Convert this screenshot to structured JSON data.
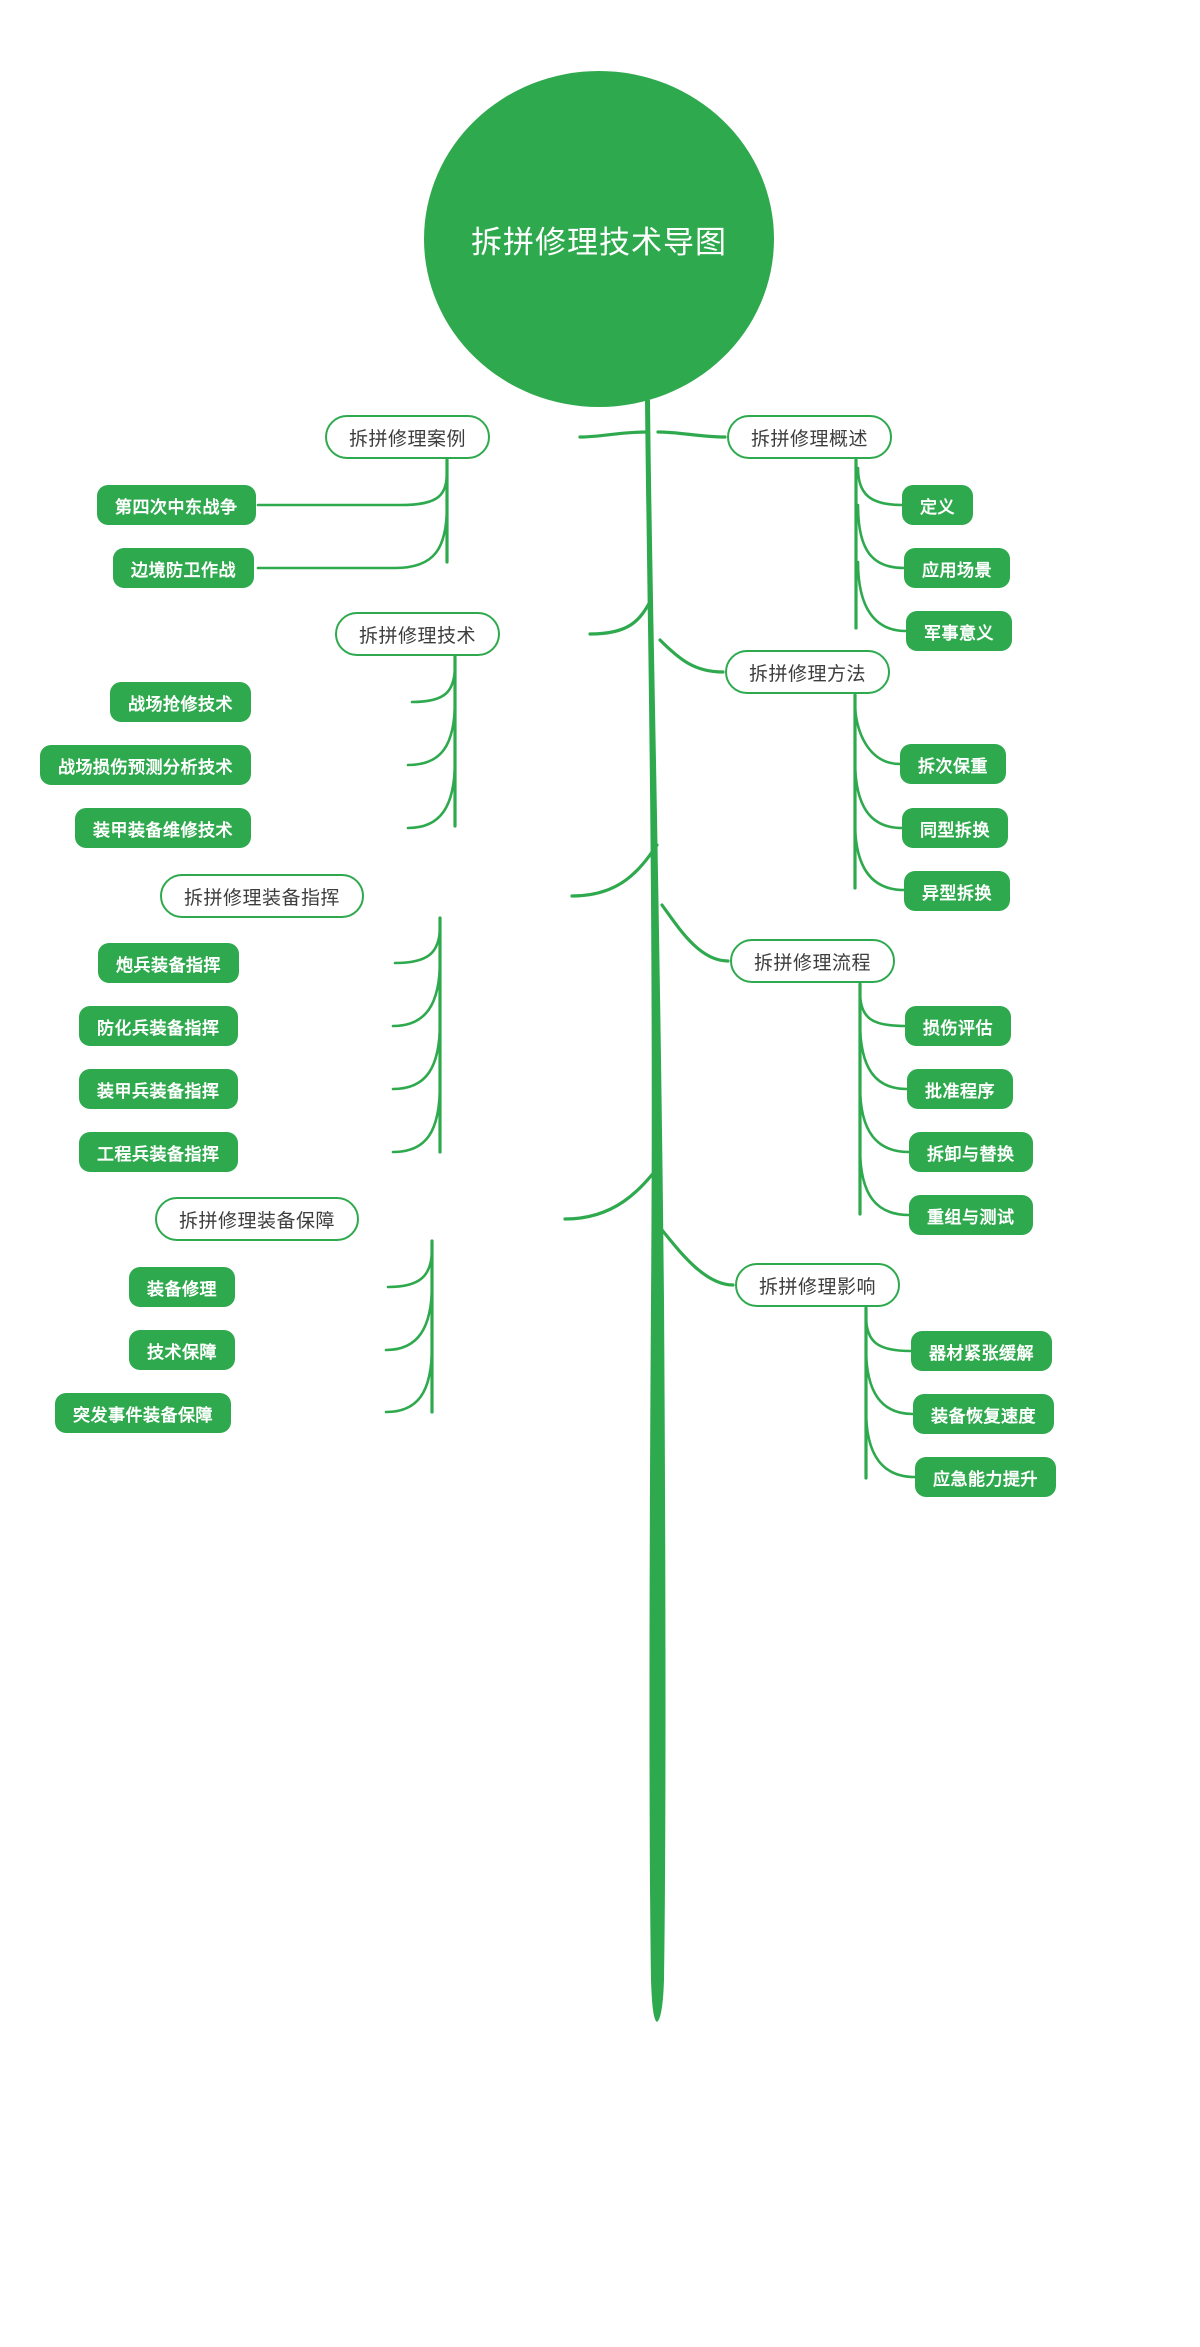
{
  "theme": {
    "accent": "#2FA94E",
    "background": "#FFFFFF",
    "branch_text": "#3D3D3D",
    "leaf_text": "#FFFFFF",
    "root_text": "#FFFFFF"
  },
  "diagram": {
    "type": "mind-map",
    "orientation": "vertical-center-root",
    "root": {
      "label": "拆拼修理技术导图"
    },
    "branches": [
      {
        "id": "cases",
        "label": "拆拼修理案例",
        "side": "left",
        "children": [
          {
            "label": "第四次中东战争"
          },
          {
            "label": "边境防卫作战"
          }
        ]
      },
      {
        "id": "overview",
        "label": "拆拼修理概述",
        "side": "right",
        "children": [
          {
            "label": "定义"
          },
          {
            "label": "应用场景"
          },
          {
            "label": "军事意义"
          }
        ]
      },
      {
        "id": "technology",
        "label": "拆拼修理技术",
        "side": "left",
        "children": [
          {
            "label": "战场抢修技术"
          },
          {
            "label": "战场损伤预测分析技术"
          },
          {
            "label": "装甲装备维修技术"
          }
        ]
      },
      {
        "id": "methods",
        "label": "拆拼修理方法",
        "side": "right",
        "children": [
          {
            "label": "拆次保重"
          },
          {
            "label": "同型拆换"
          },
          {
            "label": "异型拆换"
          }
        ]
      },
      {
        "id": "command",
        "label": "拆拼修理装备指挥",
        "side": "left",
        "children": [
          {
            "label": "炮兵装备指挥"
          },
          {
            "label": "防化兵装备指挥"
          },
          {
            "label": "装甲兵装备指挥"
          },
          {
            "label": "工程兵装备指挥"
          }
        ]
      },
      {
        "id": "process",
        "label": "拆拼修理流程",
        "side": "right",
        "children": [
          {
            "label": "损伤评估"
          },
          {
            "label": "批准程序"
          },
          {
            "label": "拆卸与替换"
          },
          {
            "label": "重组与测试"
          }
        ]
      },
      {
        "id": "support",
        "label": "拆拼修理装备保障",
        "side": "left",
        "children": [
          {
            "label": "装备修理"
          },
          {
            "label": "技术保障"
          },
          {
            "label": "突发事件装备保障"
          }
        ]
      },
      {
        "id": "impact",
        "label": "拆拼修理影响",
        "side": "right",
        "children": [
          {
            "label": "器材紧张缓解"
          },
          {
            "label": "装备恢复速度"
          },
          {
            "label": "应急能力提升"
          }
        ]
      }
    ]
  }
}
